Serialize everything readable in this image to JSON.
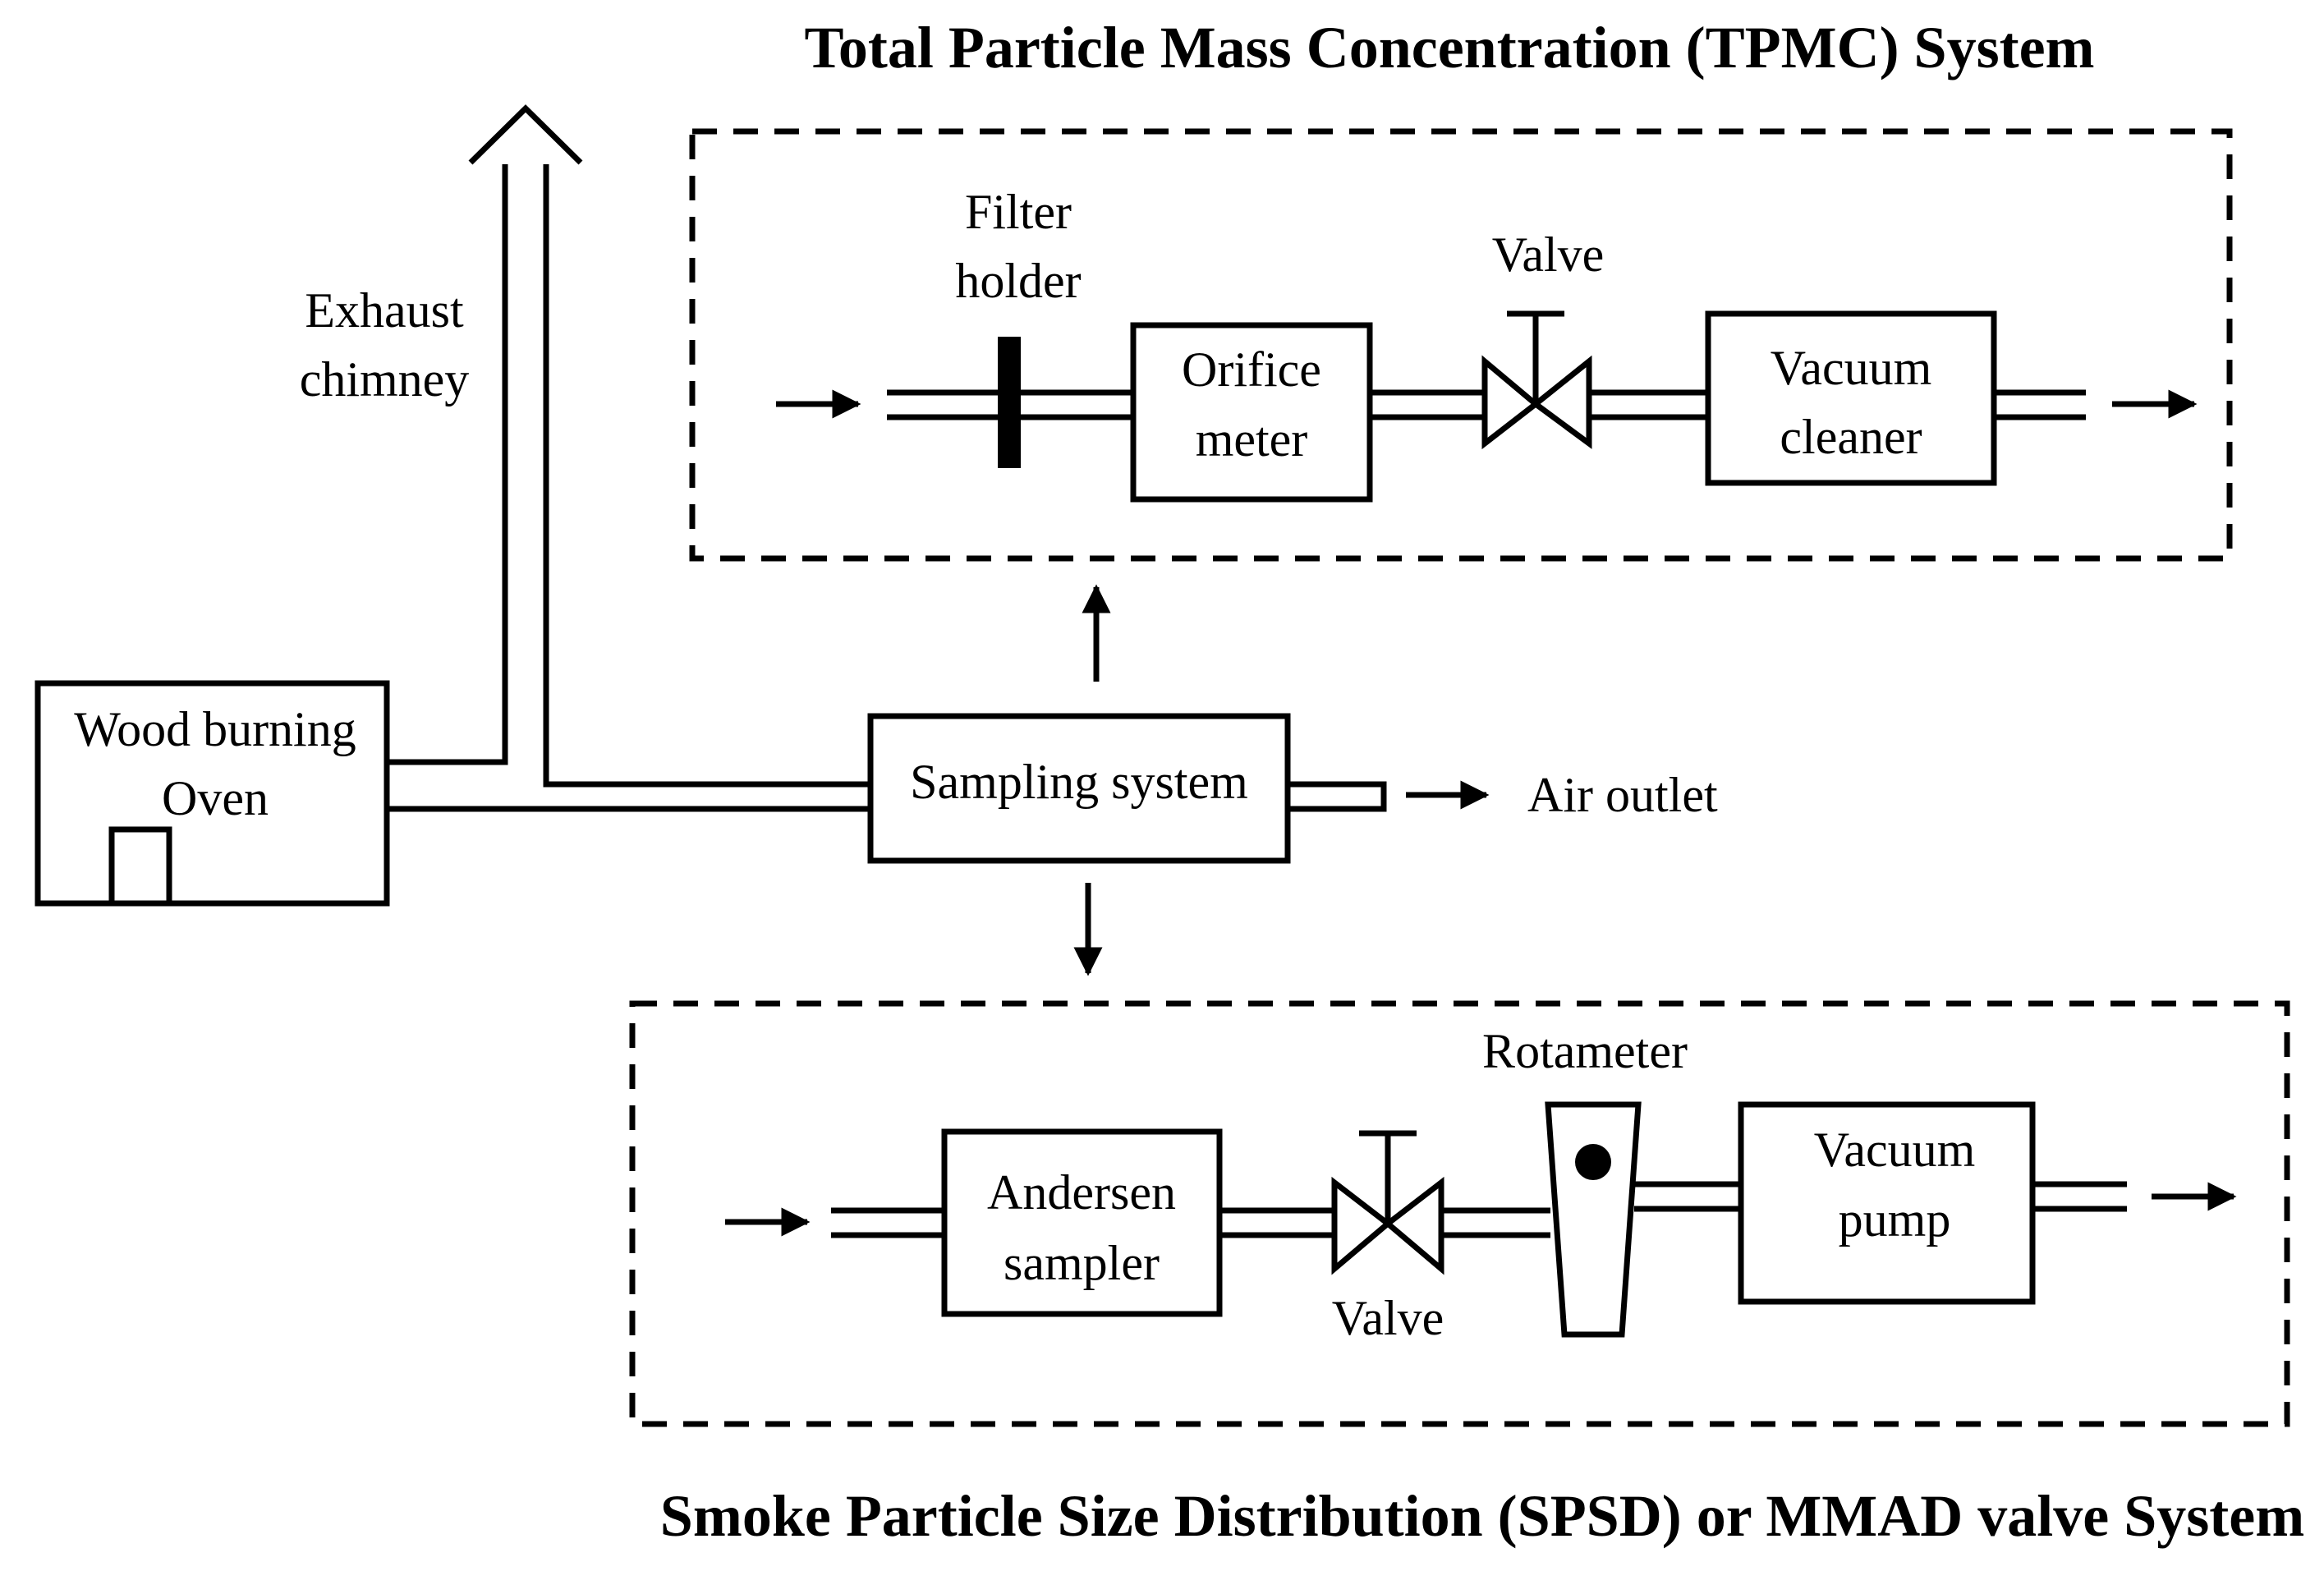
{
  "titles": {
    "top": "Total Particle Mass Concentration (TPMC) System",
    "bottom": "Smoke Particle Size Distribution (SPSD) or MMAD valve System"
  },
  "oven": {
    "line1": "Wood burning",
    "line2": "Oven"
  },
  "chimney": {
    "line1": "Exhaust",
    "line2": "chimney"
  },
  "sampling": {
    "label": "Sampling system",
    "outlet": "Air outlet"
  },
  "tpmc": {
    "filter_line1": "Filter",
    "filter_line2": "holder",
    "orifice_line1": "Orifice",
    "orifice_line2": "meter",
    "valve": "Valve",
    "vacuum_line1": "Vacuum",
    "vacuum_line2": "cleaner"
  },
  "spsd": {
    "andersen_line1": "Andersen",
    "andersen_line2": "sampler",
    "valve": "Valve",
    "rotameter": "Rotameter",
    "pump_line1": "Vacuum",
    "pump_line2": "pump"
  }
}
